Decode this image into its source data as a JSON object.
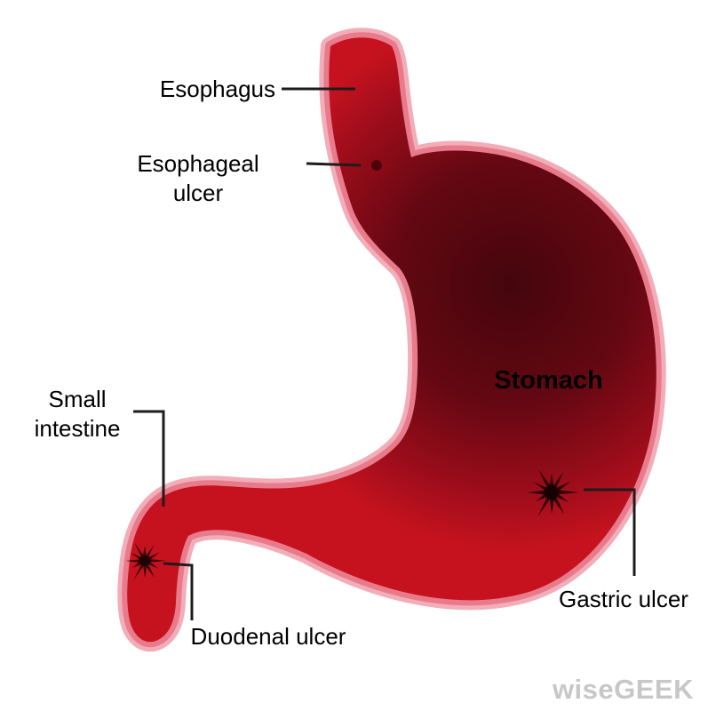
{
  "diagram": {
    "labels": {
      "esophagus": "Esophagus",
      "esophageal_ulcer": "Esophageal ulcer",
      "small_intestine": "Small intestine",
      "duodenal_ulcer": "Duodenal ulcer",
      "stomach": "Stomach",
      "gastric_ulcer": "Gastric ulcer"
    },
    "ulcer_markers": [
      {
        "icon": "esophageal-ulcer-starburst-icon"
      },
      {
        "icon": "gastric-ulcer-starburst-icon"
      },
      {
        "icon": "duodenal-ulcer-starburst-icon"
      }
    ],
    "colors": {
      "outline_pink_outer": "#f2aeb8",
      "outline_pink_inner": "#e87b8b",
      "body_bright_red": "#c6121f",
      "body_dark_maroon": "#45050d",
      "ulcer_dark": "#2e0206",
      "leader_line": "#1c1c1c",
      "label_text": "#000000",
      "watermark_gray": "#c7c7c7"
    },
    "watermark": "wiseGEEK"
  }
}
